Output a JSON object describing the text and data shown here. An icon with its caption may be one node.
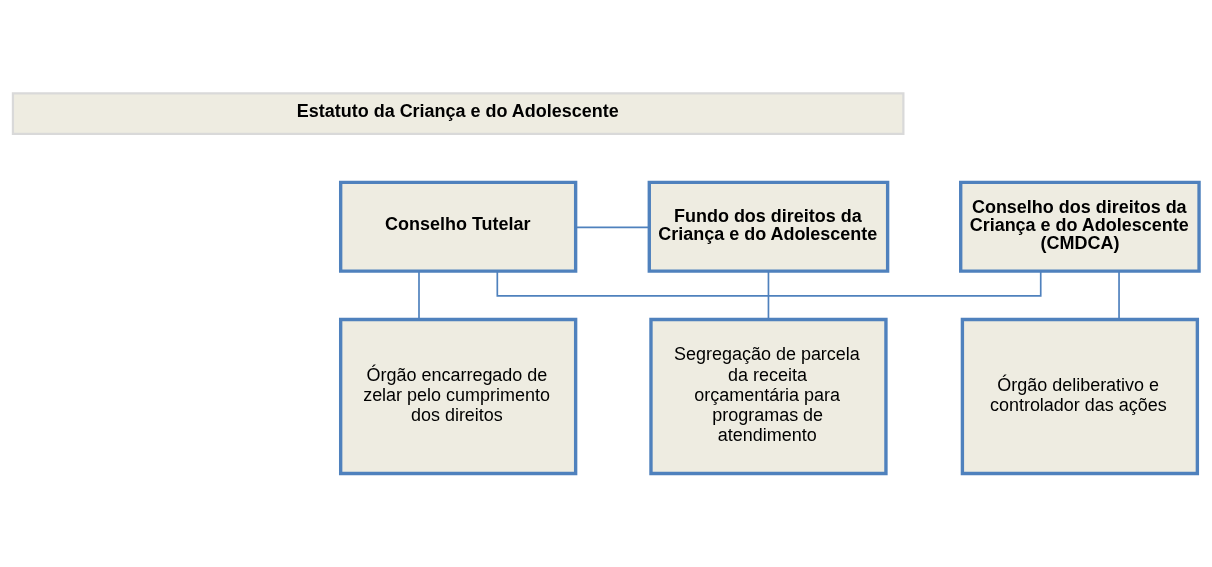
{
  "diagram": {
    "nodes": [
      {
        "text": [
          "Estatuto da Criança e do Adolescente"
        ]
      },
      {
        "text": [
          "Conselho dos direitos da Criança e do Adolescente (CMDCA)"
        ]
      },
      {
        "text": [
          "Conselho Tutelar"
        ]
      },
      {
        "text": [
          "Fundo dos direitos da Criança e do Adolescente"
        ]
      },
      {
        "text": [
          "Órgão deliberativo e controlador das ações"
        ]
      },
      {
        "text": [
          "Órgão encarregado de zelar pelo cumprimento dos direitos"
        ]
      },
      {
        "text": [
          "Segregação de parcela da receita orçamentária para programas de atendimento"
        ]
      }
    ],
    "edges": [
      {
        "from": 1,
        "to": 2,
        "arrow": "none"
      },
      {
        "from": 2,
        "to": 3,
        "arrow": "none"
      },
      {
        "from": 1,
        "to": 4,
        "arrow": "none"
      },
      {
        "from": 2,
        "to": 5,
        "arrow": "none"
      },
      {
        "from": 3,
        "to": 6,
        "arrow": "none"
      }
    ]
  }
}
